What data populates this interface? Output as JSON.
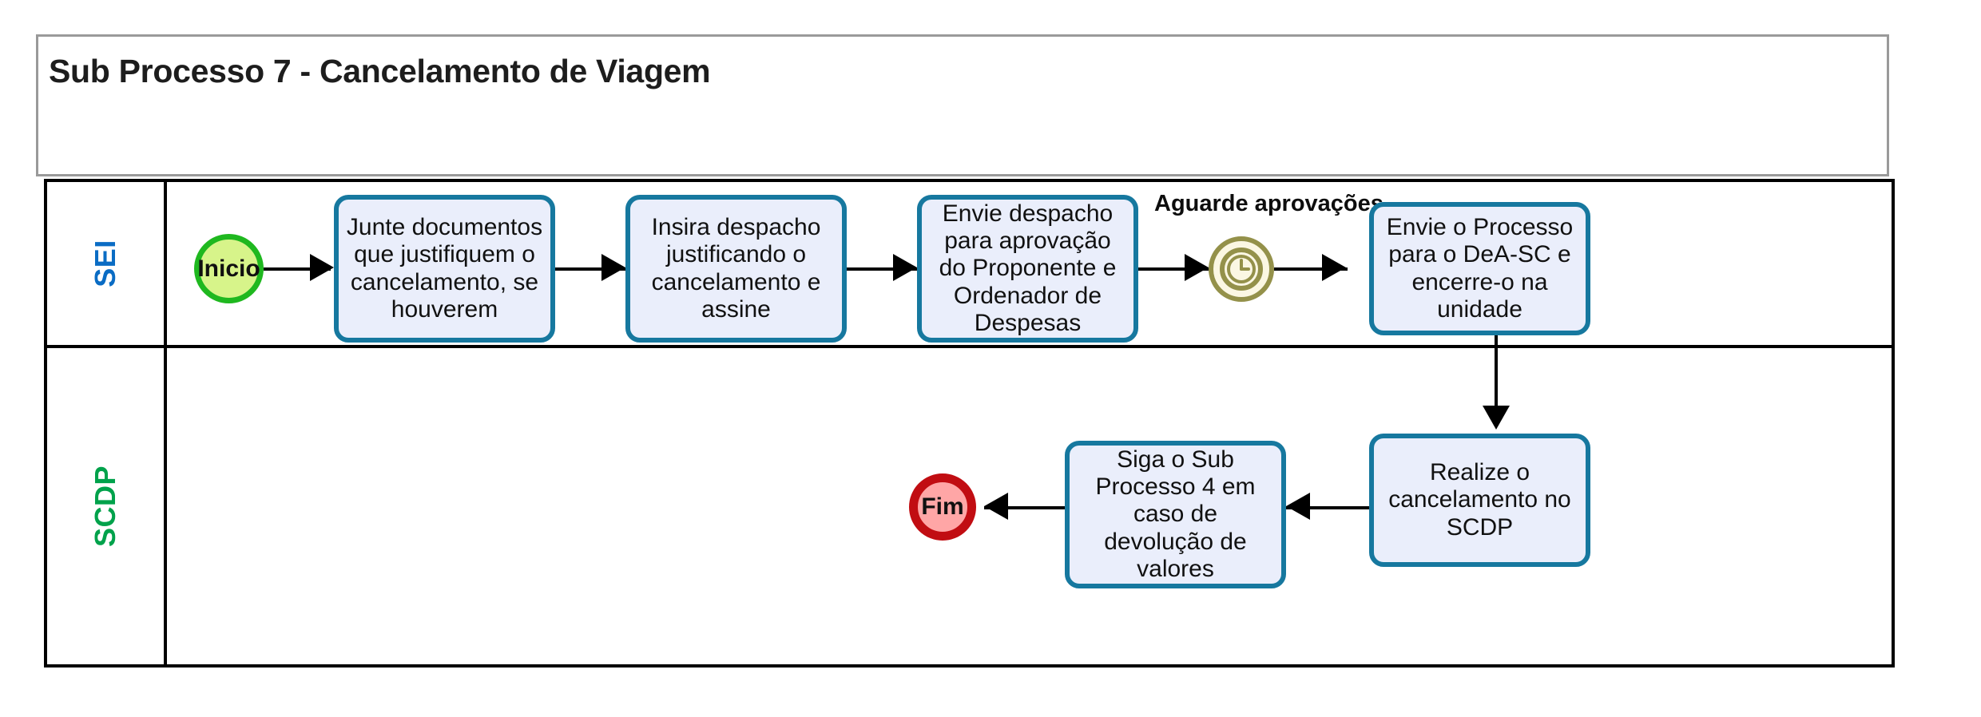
{
  "diagram": {
    "type": "bpmn-flowchart",
    "pool_title": "Sub Processo 7 - Cancelamento de Viagem",
    "lanes": [
      {
        "id": "sei",
        "label": "SEI",
        "color": "#0a6cc4"
      },
      {
        "id": "scdp",
        "label": "SCDP",
        "color": "#00a24b"
      }
    ],
    "colors": {
      "task_border": "#16789f",
      "task_fill": "#eaeefb",
      "start_fill": "#d7f48a",
      "start_border": "#1fb81f",
      "end_fill": "#ffa6a6",
      "end_border": "#c10d12",
      "timer_border": "#94914a",
      "timer_fill": "#fbf7e3",
      "lane_border": "#000000",
      "pool_border": "#9a9a9a",
      "connector": "#000000"
    },
    "nodes": {
      "start": {
        "label": "Inicio",
        "lane": "sei",
        "kind": "start-event"
      },
      "task1": {
        "label": "Junte documentos que justifiquem o cancelamento, se houverem",
        "lane": "sei",
        "kind": "task"
      },
      "task2": {
        "label": "Insira despacho justificando o cancelamento e assine",
        "lane": "sei",
        "kind": "task"
      },
      "task3": {
        "label": "Envie despacho para aprovação do Proponente e Ordenador de Despesas",
        "lane": "sei",
        "kind": "task"
      },
      "timer": {
        "label": "Aguarde aprovações",
        "lane": "sei",
        "kind": "timer-intermediate-event",
        "icon": "clock-icon"
      },
      "task4": {
        "label": "Envie o Processo para o DeA-SC e encerre-o na unidade",
        "lane": "sei",
        "kind": "task"
      },
      "task5": {
        "label": "Realize o cancelamento no SCDP",
        "lane": "scdp",
        "kind": "task"
      },
      "task6": {
        "label": "Siga o Sub Processo 4 em caso de devolução de valores",
        "lane": "scdp",
        "kind": "task"
      },
      "end": {
        "label": "Fim",
        "lane": "scdp",
        "kind": "end-event"
      }
    },
    "flows": [
      {
        "from": "start",
        "to": "task1",
        "direction": "right"
      },
      {
        "from": "task1",
        "to": "task2",
        "direction": "right"
      },
      {
        "from": "task2",
        "to": "task3",
        "direction": "right"
      },
      {
        "from": "task3",
        "to": "timer",
        "direction": "right"
      },
      {
        "from": "timer",
        "to": "task4",
        "direction": "right"
      },
      {
        "from": "task4",
        "to": "task5",
        "direction": "down"
      },
      {
        "from": "task5",
        "to": "task6",
        "direction": "left"
      },
      {
        "from": "task6",
        "to": "end",
        "direction": "left"
      }
    ]
  }
}
